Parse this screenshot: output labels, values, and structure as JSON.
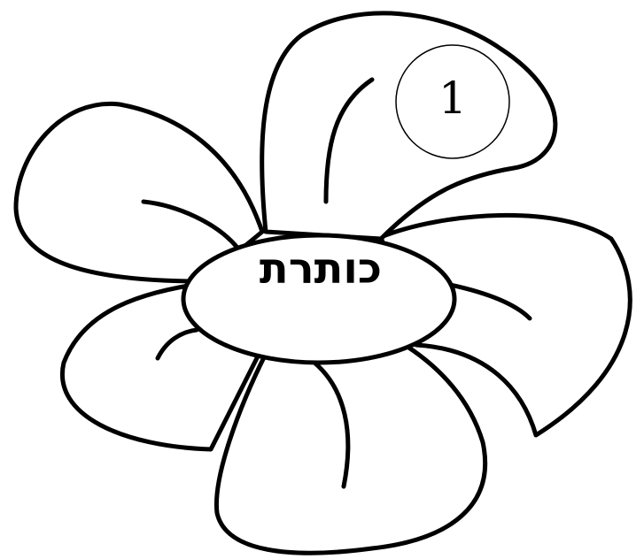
{
  "diagram": {
    "center_title": "כותרת",
    "badge_number": "1",
    "petal_count": 5,
    "colors": {
      "stroke": "#000000",
      "fill": "#ffffff"
    }
  }
}
